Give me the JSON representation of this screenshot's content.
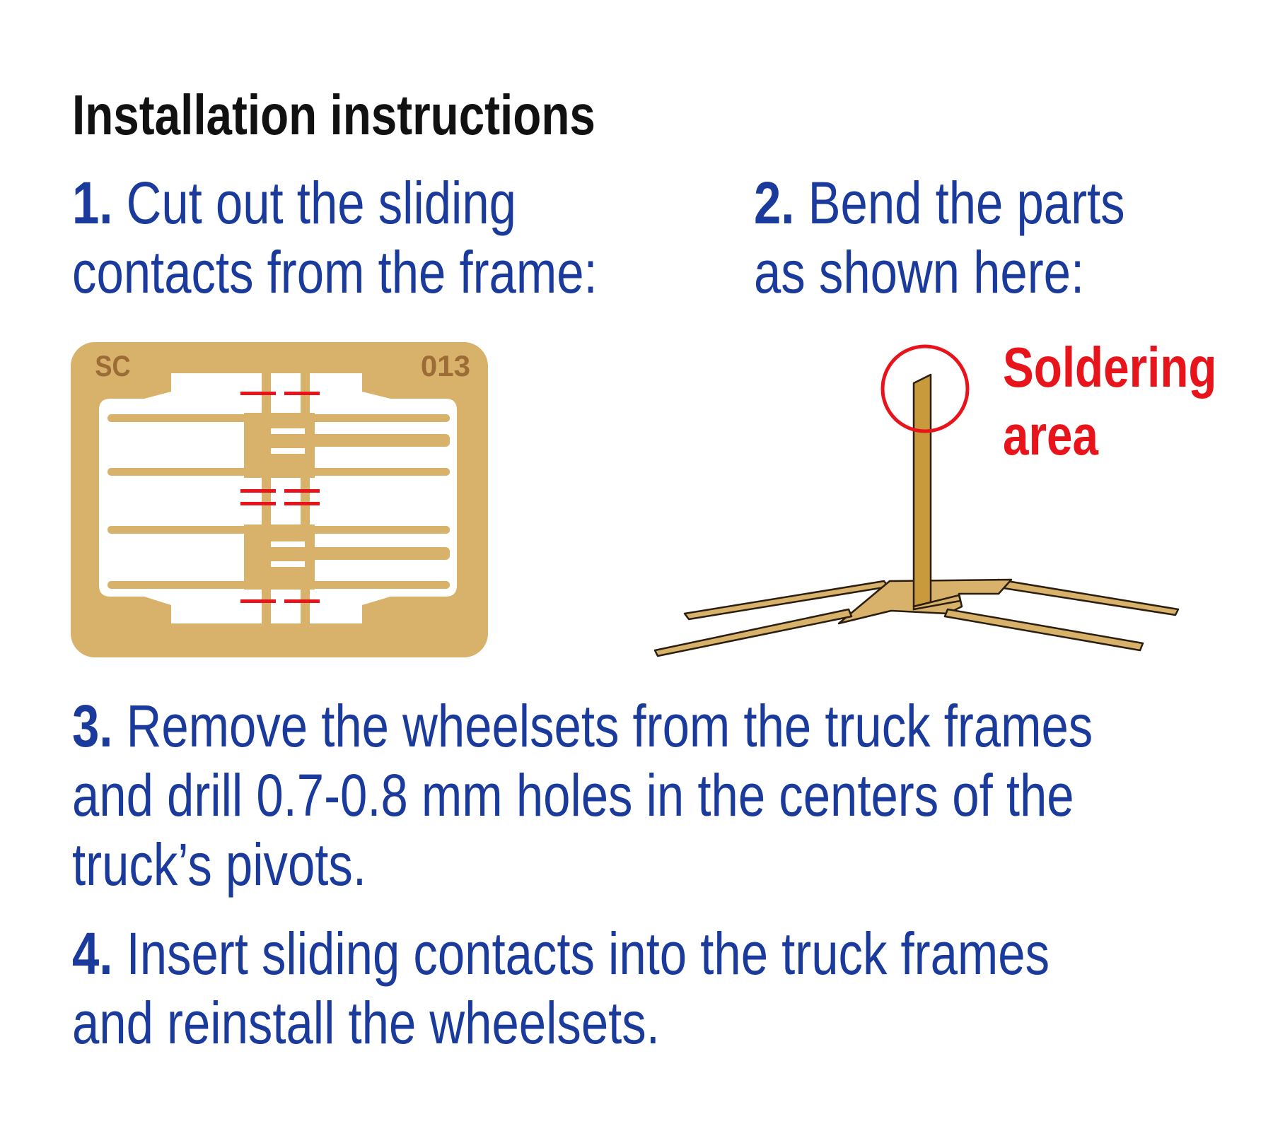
{
  "title": "Installation instructions",
  "steps": [
    {
      "number": "1.",
      "lines": [
        "Cut out the sliding",
        "contacts from the frame:"
      ]
    },
    {
      "number": "2.",
      "lines": [
        "Bend the parts",
        "as shown here:"
      ]
    },
    {
      "number": "3.",
      "lines": [
        "Remove the wheelsets from the truck frames",
        "and drill 0.7-0.8 mm holes in the centers of the",
        "truck’s pivots."
      ]
    },
    {
      "number": "4.",
      "lines": [
        "Insert sliding contacts into the truck frames",
        "and reinstall the wheelsets."
      ]
    }
  ],
  "fret": {
    "left_label": "SC",
    "right_label": "013"
  },
  "callout": {
    "line1": "Soldering",
    "line2": "area"
  },
  "colors": {
    "text_blue": "#1a3a9c",
    "brass": "#d8b26a",
    "brass_dark": "#c89a3c",
    "cut_marks": "#e8141c",
    "callout": "#e8141c"
  }
}
